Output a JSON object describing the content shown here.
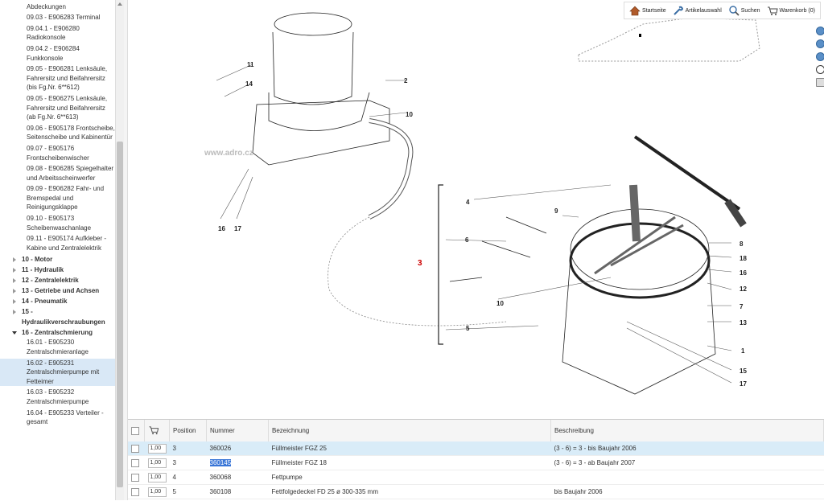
{
  "sidebar": {
    "items": [
      {
        "label": "Frischtmittel, Einbauen und Abdeckungen",
        "type": "sub"
      },
      {
        "label": "09.03 - E906283 Terminal",
        "type": "sub"
      },
      {
        "label": "09.04.1 - E906280 Radiokonsole",
        "type": "sub"
      },
      {
        "label": "09.04.2 - E906284 Funkkonsole",
        "type": "sub"
      },
      {
        "label": "09.05 - E906281 Lenksäule, Fahrersitz und Beifahrersitz (bis Fg.Nr. 6**612)",
        "type": "sub"
      },
      {
        "label": "09.05 - E906275 Lenksäule, Fahrersitz und Beifahrersitz (ab Fg.Nr. 6**613)",
        "type": "sub"
      },
      {
        "label": "09.06 - E905178 Frontscheibe, Seitenscheibe und Kabinentür",
        "type": "sub"
      },
      {
        "label": "09.07 - E905176 Frontscheibenwischer",
        "type": "sub"
      },
      {
        "label": "09.08 - E906285 Spiegelhalter und Arbeitsscheinwerfer",
        "type": "sub"
      },
      {
        "label": "09.09 - E906282 Fahr- und Bremspedal und Reinigungsklappe",
        "type": "sub"
      },
      {
        "label": "09.10 - E905173 Scheibenwaschanlage",
        "type": "sub"
      },
      {
        "label": "09.11 - E905174 Aufkleber - Kabine und Zentralelektrik",
        "type": "sub"
      },
      {
        "label": "10 - Motor",
        "type": "top"
      },
      {
        "label": "11 - Hydraulik",
        "type": "top"
      },
      {
        "label": "12 - Zentralelektrik",
        "type": "top"
      },
      {
        "label": "13 - Getriebe und Achsen",
        "type": "top"
      },
      {
        "label": "14 - Pneumatik",
        "type": "top"
      },
      {
        "label": "15 - Hydraulikverschraubungen",
        "type": "top"
      },
      {
        "label": "16 - Zentralschmierung",
        "type": "top-open"
      },
      {
        "label": "16.01 - E905230 Zentralschmieranlage",
        "type": "sub"
      },
      {
        "label": "16.02 - E905231 Zentralschmierpumpe mit Fetteimer",
        "type": "sub-active"
      },
      {
        "label": "16.03 - E905232 Zentralschmierpumpe",
        "type": "sub"
      },
      {
        "label": "16.04 - E905233 Verteiler - gesamt",
        "type": "sub"
      }
    ]
  },
  "toolbar": {
    "home": "Startseite",
    "articles": "Artikelauswahl",
    "search": "Suchen",
    "cart": "Warenkorb (0)"
  },
  "drawing": {
    "watermark": "www.adro.cz",
    "labels": [
      "11",
      "14",
      "2",
      "10",
      "16",
      "17",
      "4",
      "9",
      "6",
      "3",
      "10",
      "5",
      "8",
      "18",
      "16",
      "12",
      "7",
      "13",
      "1",
      "15",
      "17"
    ]
  },
  "table": {
    "headers": [
      "Position",
      "Nummer",
      "Bezeichnung",
      "Beschreibung"
    ],
    "rows": [
      {
        "qty": "1,00",
        "position": "3",
        "number": "360026",
        "name": "Füllmeister FGZ 25",
        "desc": "(3 - 6) = 3 - bis Baujahr 2006"
      },
      {
        "qty": "1,00",
        "position": "3",
        "number": "360145",
        "name": "Füllmeister FGZ 18",
        "desc": "(3 - 6) = 3 - ab Baujahr 2007"
      },
      {
        "qty": "1,00",
        "position": "4",
        "number": "360068",
        "name": "Fettpumpe",
        "desc": ""
      },
      {
        "qty": "1,00",
        "position": "5",
        "number": "360108",
        "name": "Fettfolgedeckel FD 25 ø 300-335 mm",
        "desc": "bis Baujahr 2006"
      }
    ]
  },
  "colors": {
    "accent": "#d9e8f6",
    "selected_row": "#d9ecf8",
    "highlight": "#3875d7",
    "callout_red": "#cc0000"
  }
}
